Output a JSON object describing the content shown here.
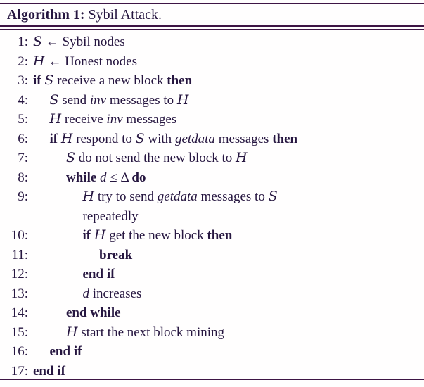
{
  "colors": {
    "text": "#261640",
    "rule": "#3e1545",
    "background": "#fffefe"
  },
  "title": {
    "label": "Algorithm 1:",
    "caption": " Sybil Attack."
  },
  "lines": [
    {
      "num": "1:",
      "indent": 0,
      "segments": [
        {
          "style": "cal",
          "t": "S"
        },
        {
          "style": "",
          "t": " ← Sybil nodes"
        }
      ]
    },
    {
      "num": "2:",
      "indent": 0,
      "segments": [
        {
          "style": "cal",
          "t": "H"
        },
        {
          "style": "",
          "t": " ← Honest nodes"
        }
      ]
    },
    {
      "num": "3:",
      "indent": 0,
      "segments": [
        {
          "style": "b",
          "t": "if "
        },
        {
          "style": "cal",
          "t": "S"
        },
        {
          "style": "",
          "t": " receive a new block "
        },
        {
          "style": "b",
          "t": "then"
        }
      ]
    },
    {
      "num": "4:",
      "indent": 1,
      "segments": [
        {
          "style": "cal",
          "t": "S"
        },
        {
          "style": "",
          "t": " send "
        },
        {
          "style": "it",
          "t": "inv"
        },
        {
          "style": "",
          "t": " messages to "
        },
        {
          "style": "cal",
          "t": "H"
        }
      ]
    },
    {
      "num": "5:",
      "indent": 1,
      "segments": [
        {
          "style": "cal",
          "t": "H"
        },
        {
          "style": "",
          "t": " receive "
        },
        {
          "style": "it",
          "t": "inv"
        },
        {
          "style": "",
          "t": " messages"
        }
      ]
    },
    {
      "num": "6:",
      "indent": 1,
      "segments": [
        {
          "style": "b",
          "t": "if "
        },
        {
          "style": "cal",
          "t": "H"
        },
        {
          "style": "",
          "t": " respond to "
        },
        {
          "style": "cal",
          "t": "S"
        },
        {
          "style": "",
          "t": " with "
        },
        {
          "style": "it",
          "t": "getdata"
        },
        {
          "style": "",
          "t": " messages "
        },
        {
          "style": "b",
          "t": "then"
        }
      ]
    },
    {
      "num": "7:",
      "indent": 2,
      "segments": [
        {
          "style": "cal",
          "t": "S"
        },
        {
          "style": "",
          "t": " do not send the new block to "
        },
        {
          "style": "cal",
          "t": "H"
        }
      ]
    },
    {
      "num": "8:",
      "indent": 2,
      "segments": [
        {
          "style": "b",
          "t": "while "
        },
        {
          "style": "it",
          "t": "d"
        },
        {
          "style": "",
          "t": " ≤ Δ "
        },
        {
          "style": "b",
          "t": "do"
        }
      ]
    },
    {
      "num": "9:",
      "indent": 3,
      "segments": [
        {
          "style": "cal",
          "t": "H"
        },
        {
          "style": "",
          "t": " try to send "
        },
        {
          "style": "it",
          "t": "getdata"
        },
        {
          "style": "",
          "t": " messages to "
        },
        {
          "style": "cal",
          "t": "S"
        }
      ]
    },
    {
      "num": "",
      "indent": 3,
      "segments": [
        {
          "style": "",
          "t": "repeatedly"
        }
      ]
    },
    {
      "num": "10:",
      "indent": 3,
      "segments": [
        {
          "style": "b",
          "t": "if "
        },
        {
          "style": "cal",
          "t": "H"
        },
        {
          "style": "",
          "t": " get the new block "
        },
        {
          "style": "b",
          "t": "then"
        }
      ]
    },
    {
      "num": "11:",
      "indent": 4,
      "segments": [
        {
          "style": "b",
          "t": "break"
        }
      ]
    },
    {
      "num": "12:",
      "indent": 3,
      "segments": [
        {
          "style": "b",
          "t": "end if"
        }
      ]
    },
    {
      "num": "13:",
      "indent": 3,
      "segments": [
        {
          "style": "it",
          "t": "d"
        },
        {
          "style": "",
          "t": " increases"
        }
      ]
    },
    {
      "num": "14:",
      "indent": 2,
      "segments": [
        {
          "style": "b",
          "t": "end while"
        }
      ]
    },
    {
      "num": "15:",
      "indent": 2,
      "segments": [
        {
          "style": "cal",
          "t": "H"
        },
        {
          "style": "",
          "t": " start the next block mining"
        }
      ]
    },
    {
      "num": "16:",
      "indent": 1,
      "segments": [
        {
          "style": "b",
          "t": "end if"
        }
      ]
    },
    {
      "num": "17:",
      "indent": 0,
      "segments": [
        {
          "style": "b",
          "t": "end if"
        }
      ]
    }
  ]
}
